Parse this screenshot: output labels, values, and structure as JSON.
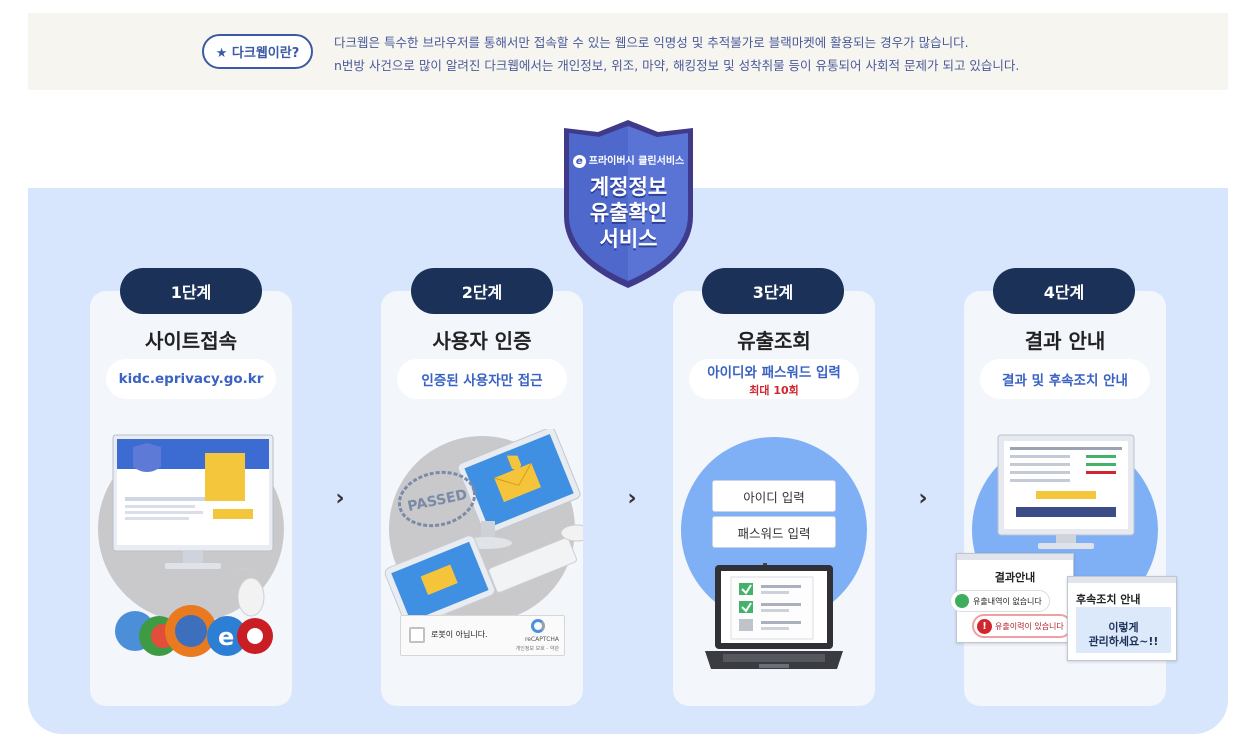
{
  "darkweb": {
    "pill_label": "★ 다크웹이란?",
    "line1": "다크웹은 특수한 브라우저를 통해서만 접속할 수 있는 웹으로 익명성 및 추적불가로 블랙마켓에 활용되는 경우가 많습니다.",
    "line2": "n번방 사건으로 많이 알려진 다크웹에서는 개인정보, 위조, 마약, 해킹정보 및 성착취물 등이 유통되어 사회적 문제가 되고 있습니다."
  },
  "shield": {
    "brand": "프라이버시 클린서비스",
    "title_line1": "계정정보",
    "title_line2": "유출확인",
    "title_line3": "서비스"
  },
  "steps": [
    {
      "badge": "1단계",
      "title": "사이트접속",
      "pill": "kidc.eprivacy.go.kr"
    },
    {
      "badge": "2단계",
      "title": "사용자 인증",
      "pill": "인증된 사용자만 접근",
      "passed_stamp": "PASSED",
      "captcha_label": "로봇이 아닙니다.",
      "captcha_brand": "reCAPTCHA",
      "captcha_terms": "개인정보 보호 - 약관"
    },
    {
      "badge": "3단계",
      "title": "유출조회",
      "pill": "아이디와 패스워드 입력",
      "pill_sub": "최대 10회",
      "id_field": "아이디 입력",
      "pw_field": "패스워드 입력"
    },
    {
      "badge": "4단계",
      "title": "결과 안내",
      "pill": "결과 및 후속조치 안내",
      "result_title": "결과안내",
      "result_ok": "유출내역이 없습니다",
      "result_bad": "유출이력이 있습니다",
      "follow_title": "후속조치 안내",
      "follow_text1": "이렇게",
      "follow_text2": "관리하세요~!!"
    }
  ],
  "colors": {
    "accent_navy": "#1b3157",
    "panel_blue": "#d7e6fd",
    "link_blue": "#3a62c5",
    "alert_red": "#d0262e",
    "shield_blue": "#4a63c6"
  }
}
